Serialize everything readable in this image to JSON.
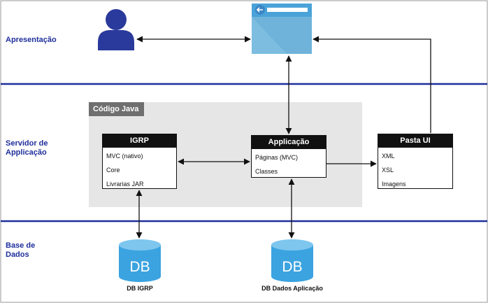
{
  "tiers": {
    "presentation": "Apresentação",
    "server": "Servidor de Applicação",
    "data": "Base de Dados"
  },
  "java_group": {
    "label": "Código Java"
  },
  "boxes": {
    "igrp": {
      "title": "IGRP",
      "items": [
        "MVC (nativo)",
        "Core",
        "Livrarias JAR"
      ]
    },
    "app": {
      "title": "Applicação",
      "items": [
        "Páginas (MVC)",
        "Classes"
      ]
    },
    "pasta": {
      "title": "Pasta UI",
      "items": [
        "XML",
        "XSL",
        "Imagens"
      ]
    }
  },
  "databases": {
    "igrp": {
      "glyph": "DB",
      "label": "DB IGRP"
    },
    "app": {
      "glyph": "DB",
      "label": "DB Dados Aplicação"
    }
  },
  "icons": {
    "user": "user-icon",
    "browser": "browser-window-icon",
    "database": "database-icon"
  },
  "colors": {
    "tier_line": "#1f2f9c",
    "tier_text": "#1f2f9c",
    "db_fill": "#3ba3e0",
    "browser_fill": "#7cbde0",
    "group_bg": "#e6e6e6"
  }
}
